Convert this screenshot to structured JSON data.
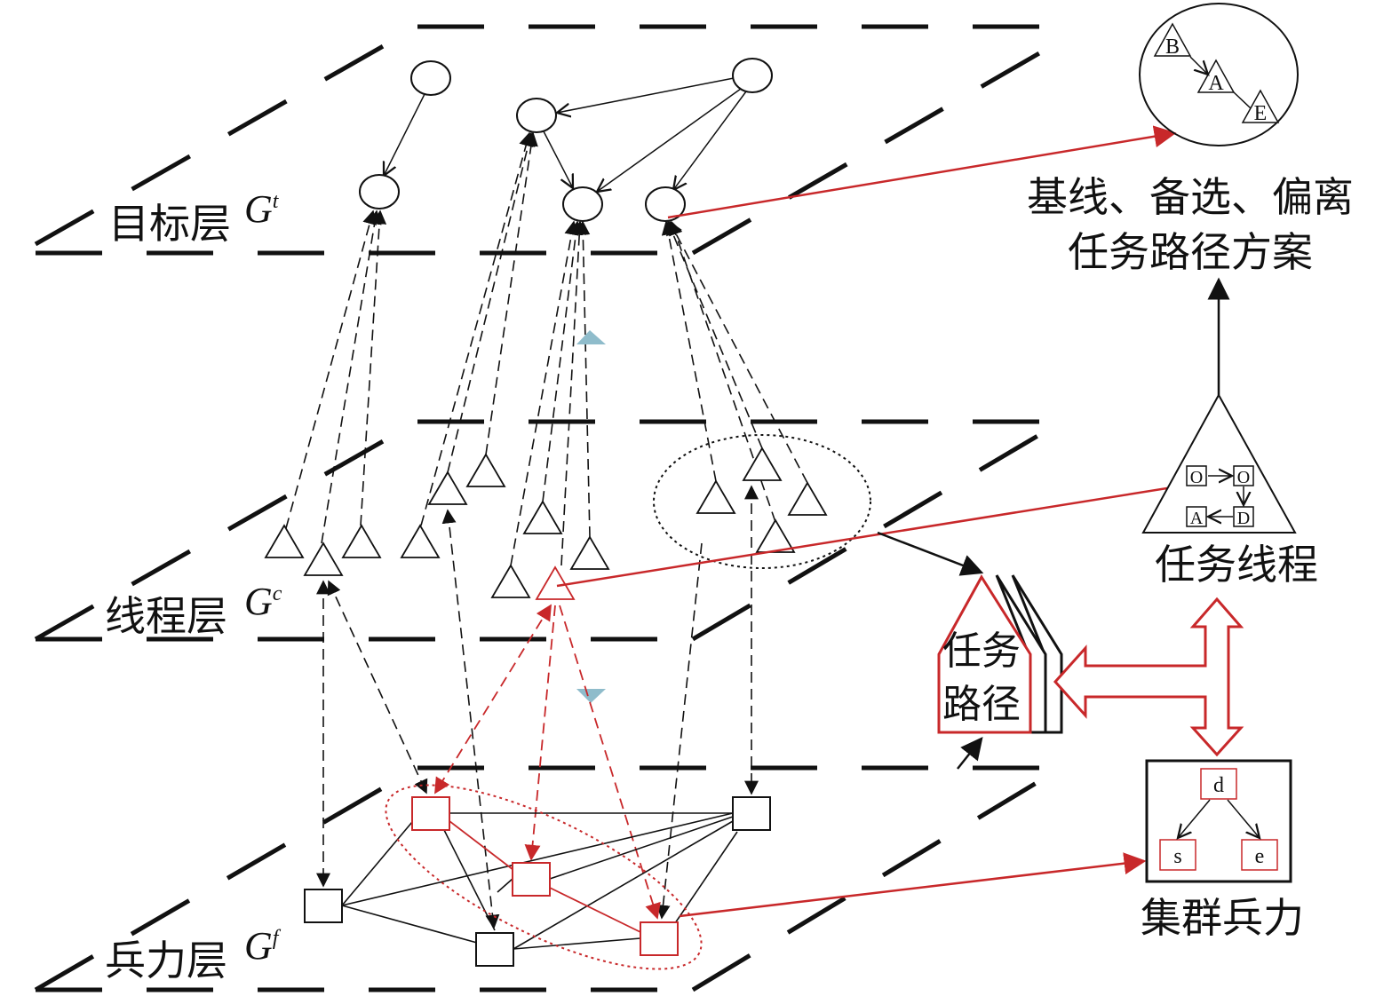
{
  "layers": {
    "target": {
      "name": "目标层",
      "symbol": "G",
      "sup": "t"
    },
    "thread": {
      "name": "线程层",
      "symbol": "G",
      "sup": "c"
    },
    "force": {
      "name": "兵力层",
      "symbol": "G",
      "sup": "f"
    }
  },
  "plan": {
    "line1": "基线、备选、偏离",
    "line2": "任务路径方案",
    "nodes": [
      "B",
      "A",
      "E"
    ]
  },
  "thread_box": {
    "title": "任务线程",
    "nodes": [
      "O",
      "O",
      "A",
      "D"
    ]
  },
  "task_path": {
    "line1": "任务",
    "line2": "路径"
  },
  "cluster": {
    "title": "集群兵力",
    "nodes": [
      "d",
      "s",
      "e"
    ]
  },
  "colors": {
    "red": "#c8282a",
    "black": "#111111",
    "marker": "#8fbccb"
  }
}
